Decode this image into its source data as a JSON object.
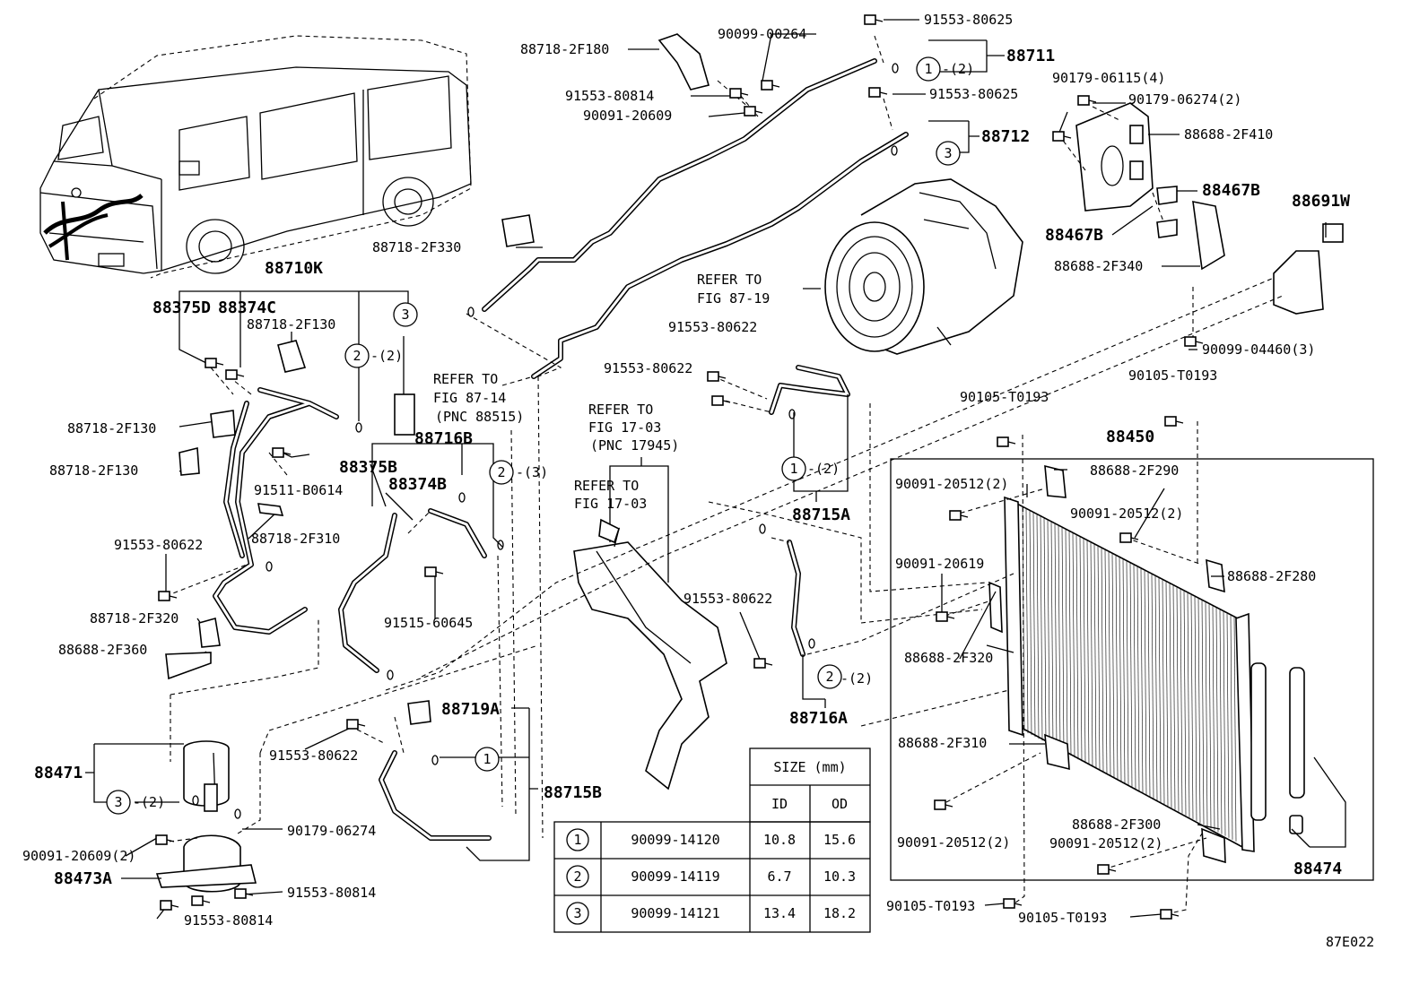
{
  "diagram_id": "87E022",
  "labels": {
    "l_88718_2F180": "88718-2F180",
    "l_90099_00264": "90099-00264",
    "l_91553_80625a": "91553-80625",
    "l_88711": "88711",
    "l_91553_80814a": "91553-80814",
    "l_90091_20609a": "90091-20609",
    "l_91553_80625b": "91553-80625",
    "l_88712": "88712",
    "l_90179_06115": "90179-06115(4)",
    "l_90179_06274a": "90179-06274(2)",
    "l_88688_2F410": "88688-2F410",
    "l_88467B_a": "88467B",
    "l_88467B_b": "88467B",
    "l_88691W": "88691W",
    "l_88688_2F340": "88688-2F340",
    "l_90099_04460": "90099-04460(3)",
    "l_90105_T0193a": "90105-T0193",
    "l_90105_T0193b": "90105-T0193",
    "l_88450": "88450",
    "l_88718_2F330": "88718-2F330",
    "l_refer_87_19_a": "REFER TO",
    "l_refer_87_19_b": "FIG 87-19",
    "l_88710K": "88710K",
    "l_88375D": "88375D",
    "l_88374C": "88374C",
    "l_88718_2F130a": "88718-2F130",
    "l_88718_2F130b": "88718-2F130",
    "l_88718_2F130c": "88718-2F130",
    "l_c2_2_top": "-(2)",
    "l_91553_80622a": "91553-80622",
    "l_91553_80622b": "91553-80622",
    "l_refer_87_14_a": "REFER TO",
    "l_refer_87_14_b": "FIG 87-14",
    "l_refer_87_14_c": "(PNC 88515)",
    "l_88716B": "88716B",
    "l_refer_17_03a_a": "REFER TO",
    "l_refer_17_03a_b": "FIG 17-03",
    "l_refer_17_03a_c": "(PNC 17945)",
    "l_88375B": "88375B",
    "l_88374B": "88374B",
    "l_c2_3": "-(3)",
    "l_refer_17_03b_a": "REFER TO",
    "l_refer_17_03b_b": "FIG 17-03",
    "l_c1_2_mid": "-(2)",
    "l_88715A": "88715A",
    "l_91511_B0614": "91511-B0614",
    "l_88718_2F310": "88718-2F310",
    "l_91553_80622c": "91553-80622",
    "l_91515_60645": "91515-60645",
    "l_88718_2F320": "88718-2F320",
    "l_88688_2F360": "88688-2F360",
    "l_91553_80622d": "91553-80622",
    "l_c2_2_low": "-(2)",
    "l_88716A": "88716A",
    "l_88688_2F290": "88688-2F290",
    "l_90091_20512a": "90091-20512(2)",
    "l_90091_20512b": "90091-20512(2)",
    "l_90091_20619": "90091-20619",
    "l_88688_2F280": "88688-2F280",
    "l_88688_2F320": "88688-2F320",
    "l_88719A": "88719A",
    "l_91553_80622e": "91553-80622",
    "l_88715B": "88715B",
    "l_88471": "88471",
    "l_c3_2_low": "-(2)",
    "l_90179_06274b": "90179-06274",
    "l_90091_20609b": "90091-20609(2)",
    "l_88473A": "88473A",
    "l_91553_80814b": "91553-80814",
    "l_91553_80814c": "91553-80814",
    "l_88688_2F310": "88688-2F310",
    "l_90091_20512c": "90091-20512(2)",
    "l_88688_2F300": "88688-2F300",
    "l_90091_20512d": "90091-20512(2)",
    "l_88474": "88474",
    "l_90105_T0193c": "90105-T0193",
    "l_90105_T0193d": "90105-T0193",
    "l_c1_2_top": "-(2)",
    "l_c3_top": "3"
  },
  "circle_refs": {
    "one": "1",
    "two": "2",
    "three": "3"
  },
  "size_table": {
    "header": "SIZE (mm)",
    "col_id": "ID",
    "col_od": "OD",
    "rows": [
      {
        "ref": "1",
        "part": "90099-14120",
        "id": "10.8",
        "od": "15.6"
      },
      {
        "ref": "2",
        "part": "90099-14119",
        "id": "6.7",
        "od": "10.3"
      },
      {
        "ref": "3",
        "part": "90099-14121",
        "id": "13.4",
        "od": "18.2"
      }
    ]
  }
}
